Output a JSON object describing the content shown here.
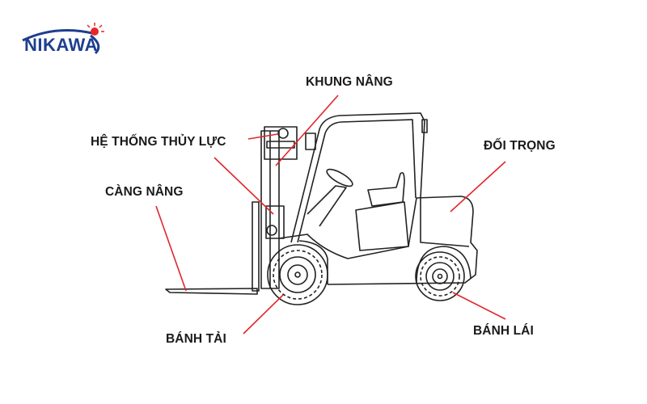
{
  "logo": {
    "text": "NIKAWA",
    "brand_color": "#1d3f8f",
    "sun_color": "#e8262b"
  },
  "labels": {
    "lifting_frame": "KHUNG NÂNG",
    "hydraulic_system": "HỆ THỐNG THỦY LỰC",
    "forks": "CÀNG NÂNG",
    "counterweight": "ĐỐI TRỌNG",
    "load_wheel": "BÁNH TẢI",
    "steering_wheel": "BÁNH LÁI"
  },
  "leader_color": "#e0262b"
}
